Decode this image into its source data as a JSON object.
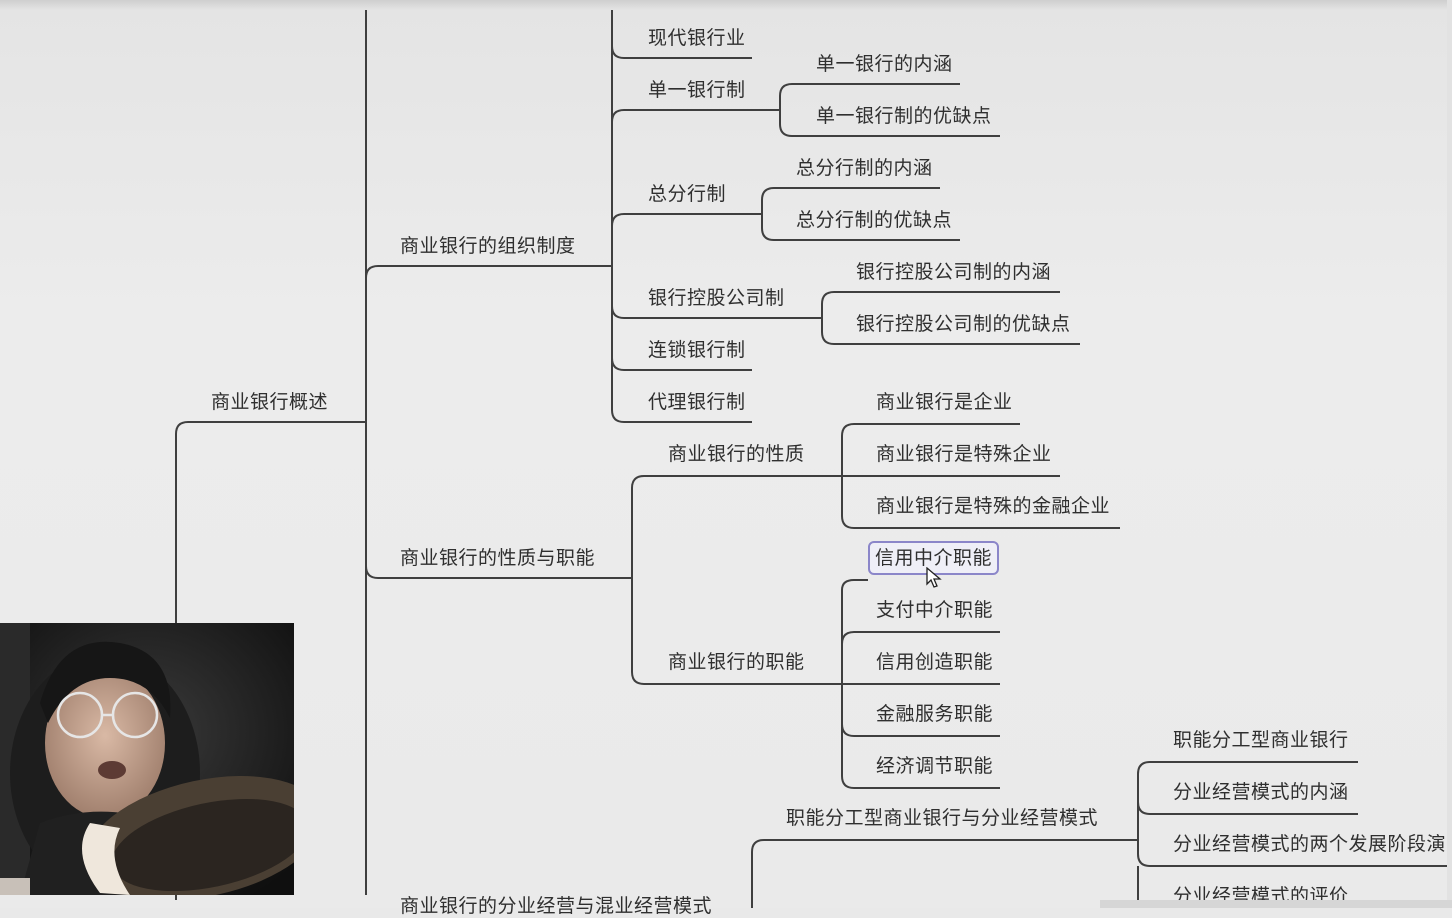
{
  "mindmap": {
    "root": "商业银行概述",
    "branch_org": "商业银行的组织制度",
    "branch_nature": "商业银行的性质与职能",
    "branch_mode": "商业银行的分业经营与混业经营模式",
    "modern_banking": "现代银行业",
    "unit_banking": "单一银行制",
    "unit_meaning": "单一银行的内涵",
    "unit_pros_cons": "单一银行制的优缺点",
    "branch_banking": "总分行制",
    "branch_meaning": "总分行制的内涵",
    "branch_pros_cons": "总分行制的优缺点",
    "holding": "银行控股公司制",
    "holding_meaning": "银行控股公司制的内涵",
    "holding_pros_cons": "银行控股公司制的优缺点",
    "chain": "连锁银行制",
    "agency": "代理银行制",
    "nature": "商业银行的性质",
    "nature_1": "商业银行是企业",
    "nature_2": "商业银行是特殊企业",
    "nature_3": "商业银行是特殊的金融企业",
    "functions": "商业银行的职能",
    "func_1": "信用中介职能",
    "func_2": "支付中介职能",
    "func_3": "信用创造职能",
    "func_4": "金融服务职能",
    "func_5": "经济调节职能",
    "separate": "职能分工型商业银行与分业经营模式",
    "sep_1": "职能分工型商业银行",
    "sep_2": "分业经营模式的内涵",
    "sep_3": "分业经营模式的两个发展阶段演变",
    "sep_4": "分业经营模式的评价"
  },
  "colors": {
    "background": "#eaeaea",
    "line": "#3f3f3f",
    "selection": "#8b86c9"
  },
  "icons": {
    "cursor": "mouse-pointer-icon"
  }
}
